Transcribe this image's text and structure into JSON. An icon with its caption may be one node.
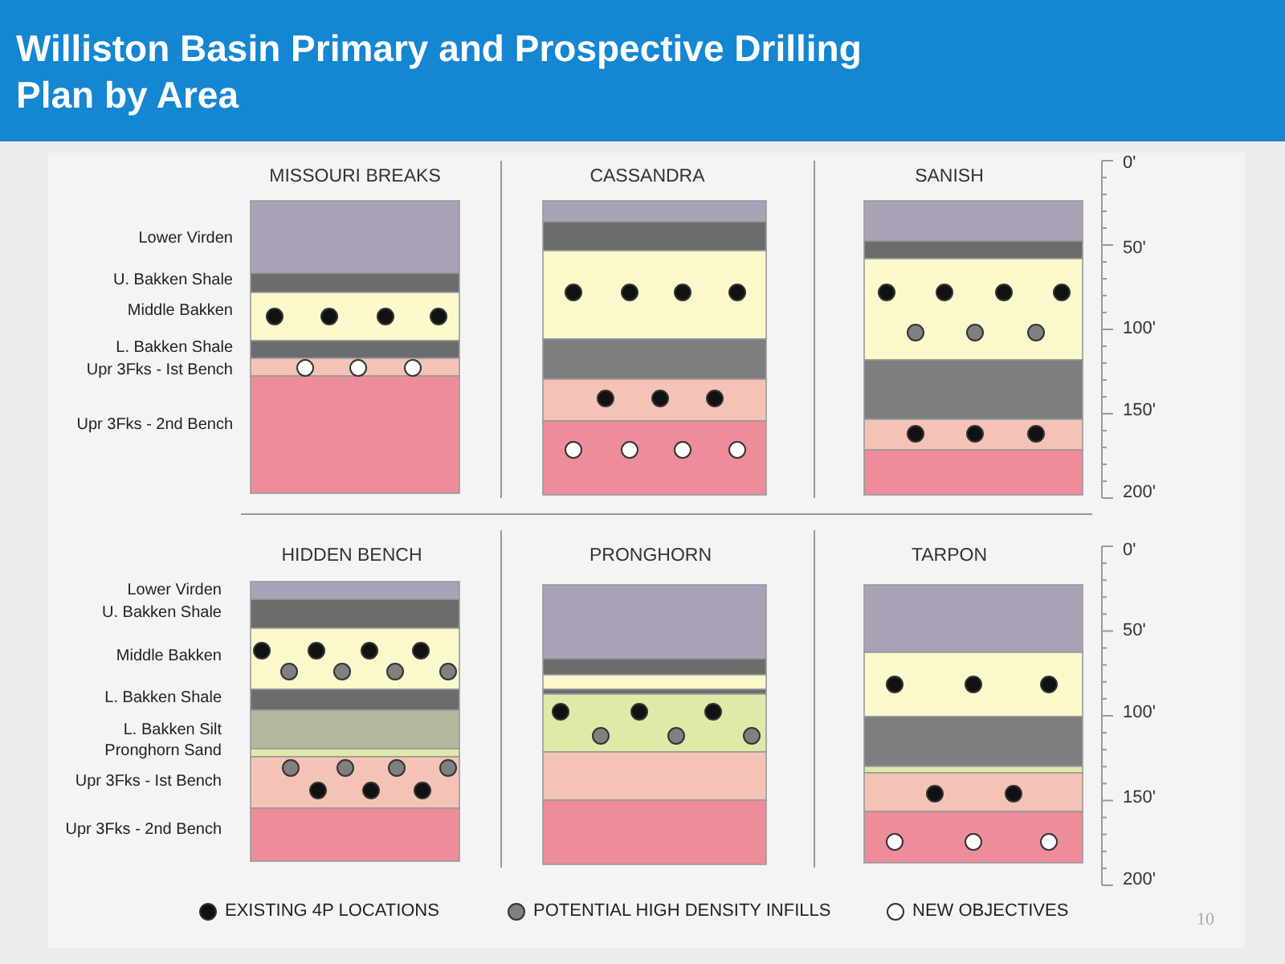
{
  "diagram": {
    "title": "Williston Basin Primary and Prospective Drilling Plan by Area",
    "labels": [
      "MISSOURI BREAKS",
      "CASSANDRA",
      "SANISH",
      "Lower Virden",
      "U. Bakken Shale",
      "Middle Bakken",
      "L. Bakken Shale",
      "Upr 3Fks - Ist Bench",
      "Upr 3Fks - 2nd Bench",
      "0'",
      "50'",
      "100'",
      "150'",
      "200'",
      "HIDDEN BENCH",
      "PRONGHORN",
      "TARPON",
      "Lower Virden",
      "U. Bakken Shale",
      "Middle Bakken",
      "L. Bakken Shale",
      "L. Bakken Silt",
      "Pronghorn Sand",
      "Upr 3Fks - Ist Bench",
      "Upr 3Fks - 2nd Bench",
      "0'",
      "50'",
      "100'",
      "150'",
      "200'",
      "10"
    ],
    "legend": [
      {
        "text": "EXISTING 4P LOCATIONS",
        "color": "#111111"
      },
      {
        "text": "POTENTIAL HIGH DENSITY INFILLS",
        "color": "#808080"
      },
      {
        "text": "NEW OBJECTIVES",
        "color": "#ffffff"
      }
    ]
  }
}
